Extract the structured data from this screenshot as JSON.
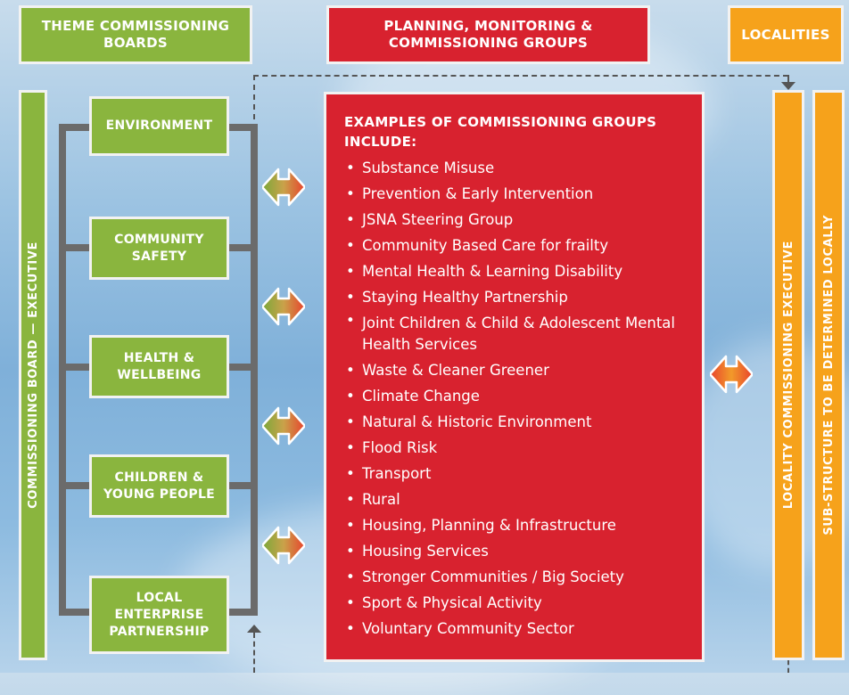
{
  "headers": {
    "theme": "THEME COMMISSIONING BOARDS",
    "planning": "PLANNING, MONITORING & COMMISSIONING GROUPS",
    "localities": "LOCALITIES"
  },
  "commissioning_board": "COMMISSIONING BOARD — EXECUTIVE",
  "theme_boards": [
    "ENVIRONMENT",
    "COMMUNITY SAFETY",
    "HEALTH & WELLBEING",
    "CHILDREN & YOUNG PEOPLE",
    "LOCAL ENTERPRISE PARTNERSHIP"
  ],
  "groups": {
    "heading": "EXAMPLES OF COMMISSIONING GROUPS INCLUDE:",
    "items": [
      "Substance Misuse",
      "Prevention & Early Intervention",
      "JSNA Steering Group",
      "Community Based Care for frailty",
      "Mental Health & Learning Disability",
      "Staying Healthy Partnership",
      "Joint Children & Child & Adolescent Mental Health Services",
      "Waste & Cleaner Greener",
      "Climate Change",
      "Natural & Historic Environment",
      "Flood Risk",
      "Transport",
      "Rural",
      "Housing, Planning & Infrastructure",
      "Housing Services",
      "Stronger Communities / Big Society",
      "Sport & Physical Activity",
      "Voluntary Community Sector"
    ]
  },
  "locality_executive": "LOCALITY COMMISSIONING EXECUTIVE",
  "sub_structure": "SUB-STRUCTURE TO BE DETERMINED LOCALLY",
  "colors": {
    "green": "#8ab53e",
    "red": "#d8222f",
    "orange": "#f6a21b",
    "connector": "#6b6b6b"
  }
}
